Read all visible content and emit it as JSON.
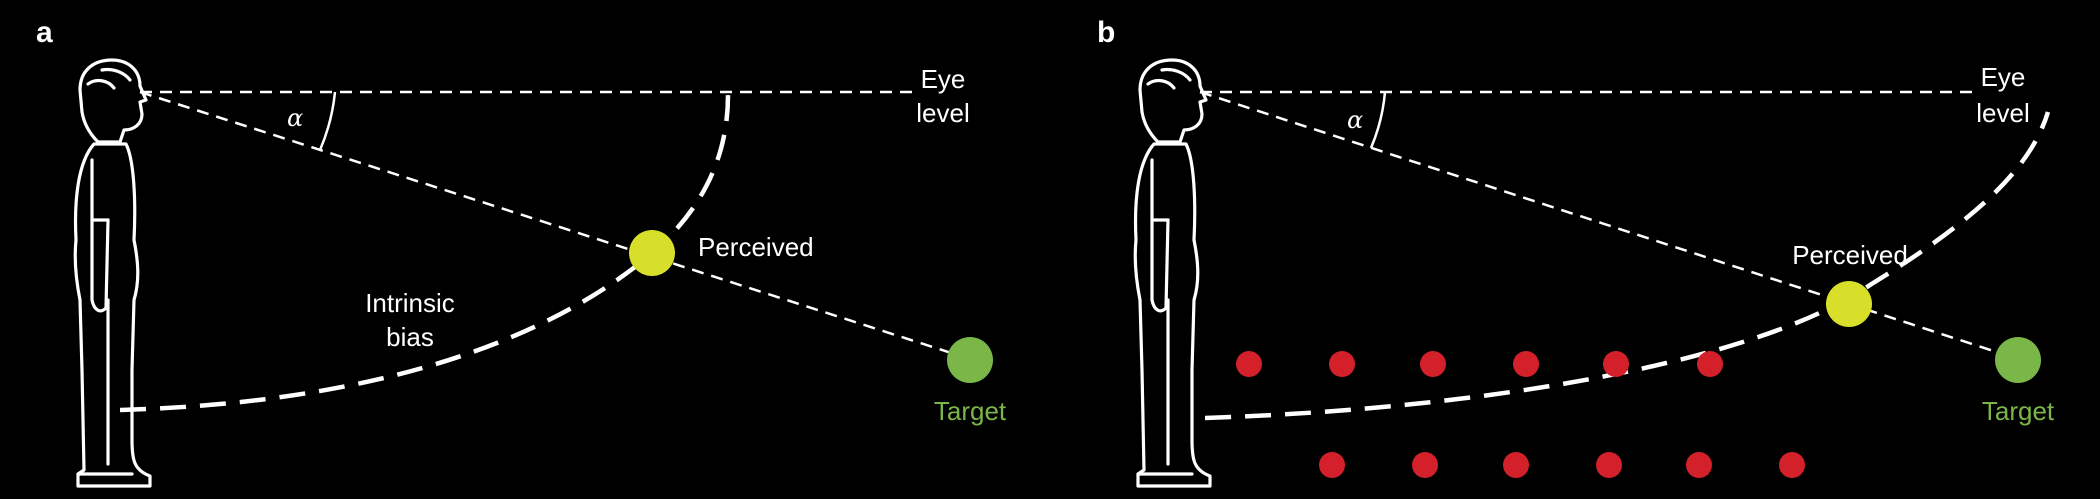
{
  "colors": {
    "background": "#000000",
    "line": "#ffffff",
    "perceived": "#d7df2a",
    "target": "#7ab648",
    "target_label": "#7ab648",
    "floor_cue": "#d4202a"
  },
  "panels": [
    {
      "letter": "a",
      "labels": {
        "alpha": "α",
        "eye_level_line1": "Eye",
        "eye_level_line2": "level",
        "perceived": "Perceived",
        "intrinsic_line1": "Intrinsic",
        "intrinsic_line2": "bias",
        "target": "Target"
      }
    },
    {
      "letter": "b",
      "labels": {
        "alpha": "α",
        "eye_level_line1": "Eye",
        "eye_level_line2": "level",
        "perceived": "Perceived",
        "target": "Target"
      },
      "floor_cue_rows": 2,
      "floor_cue_dots_per_row": 6
    }
  ]
}
